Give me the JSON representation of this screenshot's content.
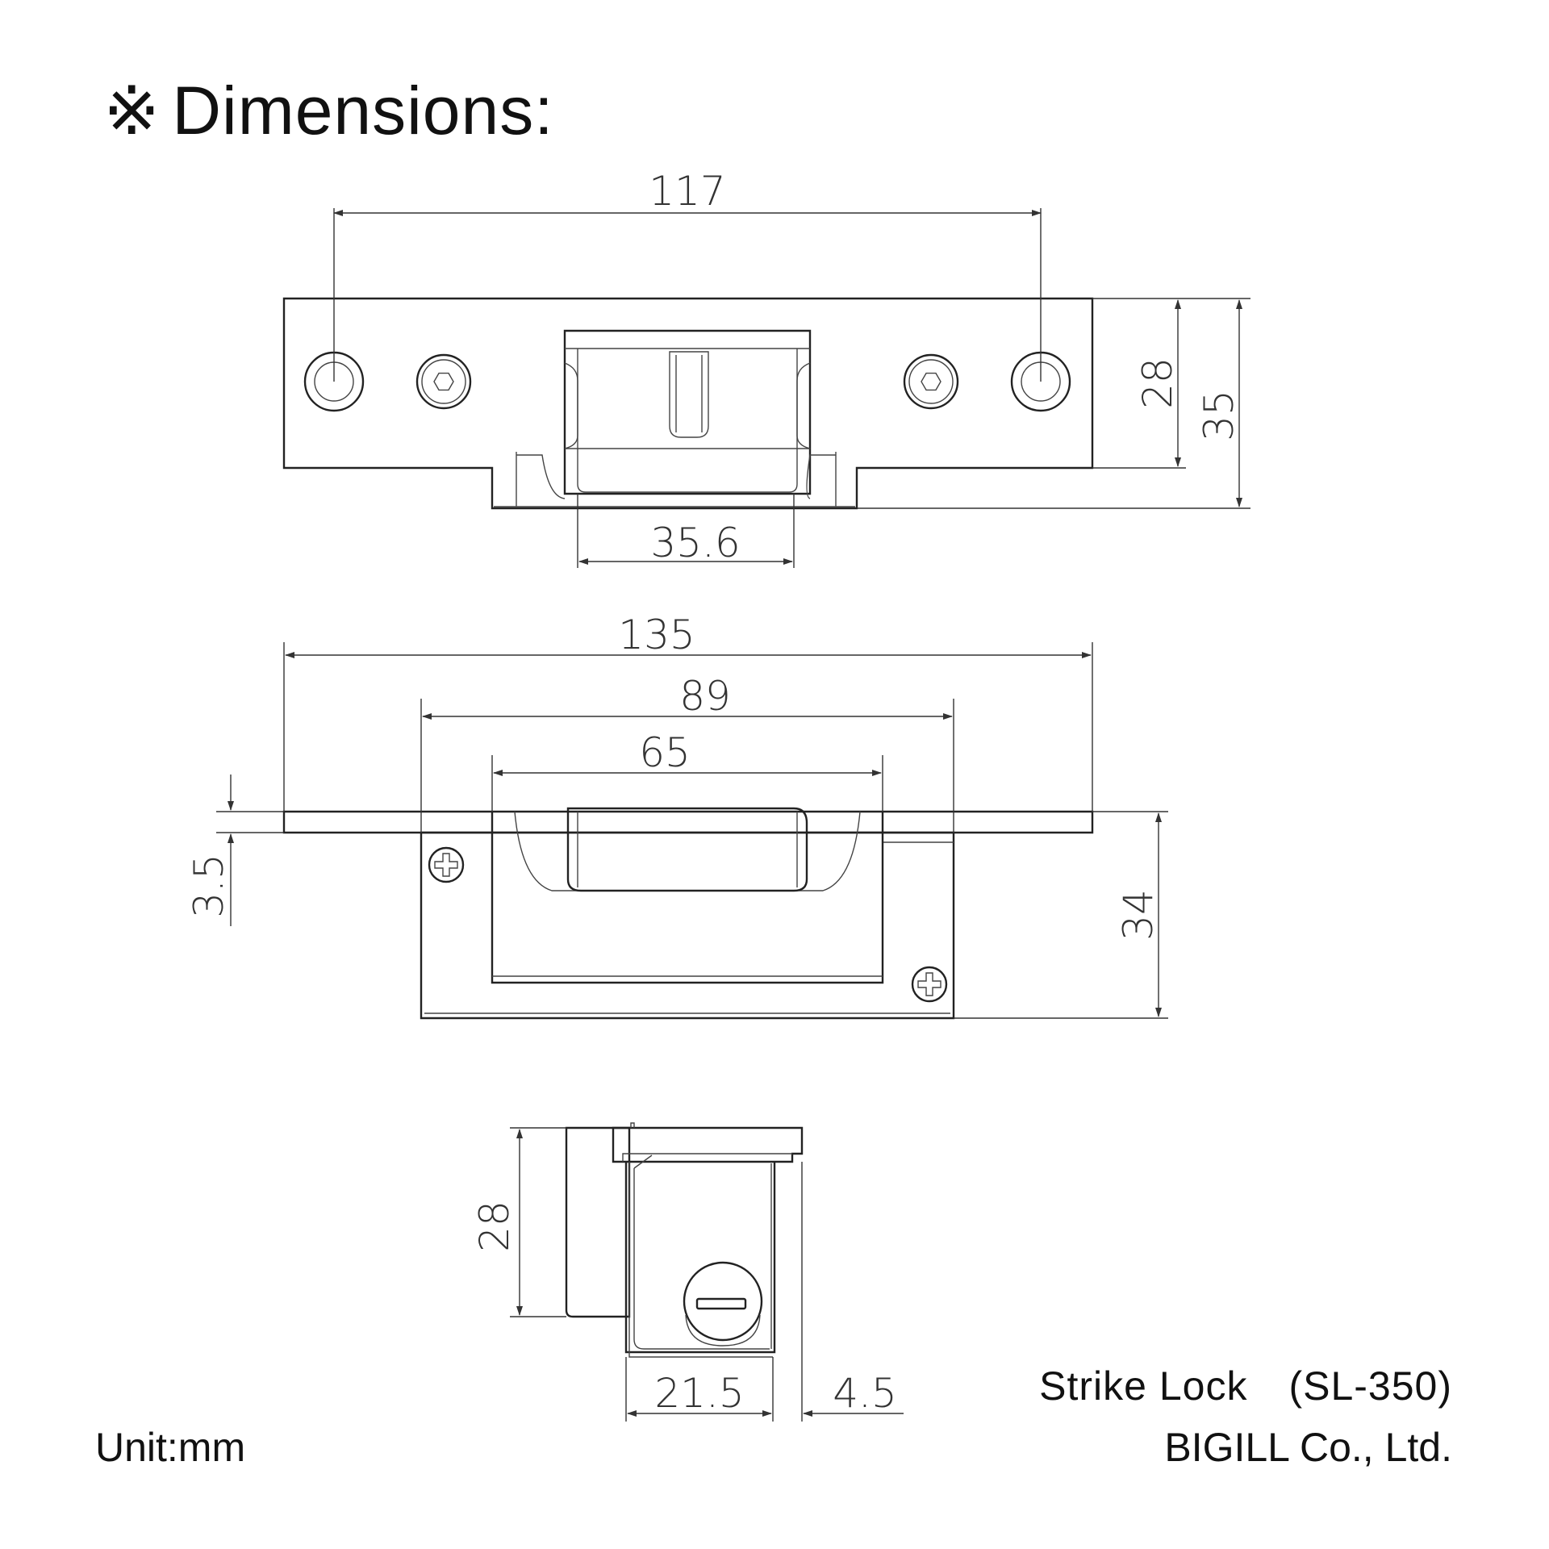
{
  "header": {
    "mark": "※",
    "title": "Dimensions:"
  },
  "footer": {
    "unit": "Unit:mm",
    "product": "Strike Lock　(SL-350)",
    "company": "BIGILL Co., Ltd."
  },
  "dimensions": {
    "hole_spacing": "117",
    "plate_height": "28",
    "total_height": "35",
    "latch_width": "35.6",
    "plate_length": "135",
    "body_length": "89",
    "opening_length": "65",
    "plate_thickness": "3.5",
    "body_depth": "34",
    "side_height": "28",
    "side_width": "21.5",
    "side_offset": "4.5"
  }
}
